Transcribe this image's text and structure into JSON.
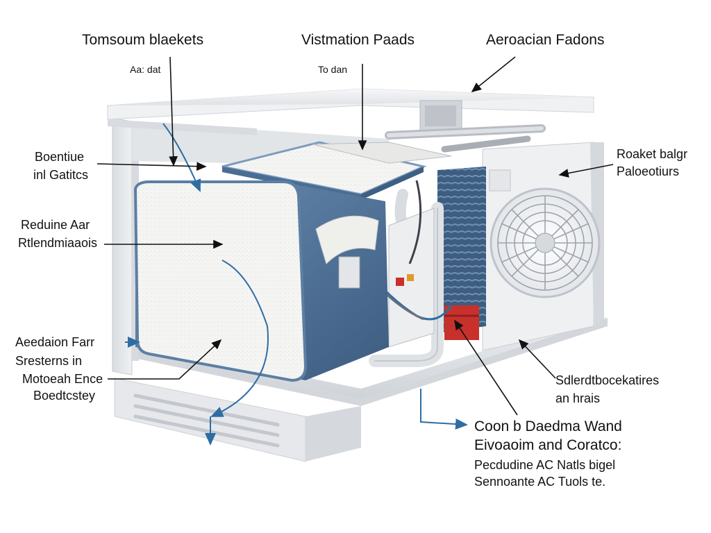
{
  "labels": {
    "top_left_title": "Tomsoum blaekets",
    "top_left_sub": "Aa: dat",
    "top_center_title": "Vistmation Paads",
    "top_center_sub": "To dan",
    "top_right_title": "Aeroacian Fadons",
    "left_1_line1": "Boentiue",
    "left_1_line2": "inl Gatitcs",
    "left_2_line1": "Reduine Aar",
    "left_2_line2": "Rtlendmiaaois",
    "left_3_line1": "Aeedaion Farr",
    "left_3_line2": "Sresterns in",
    "left_3_line3": "Motoeah Ence",
    "left_3_line4": "Boedtcstey",
    "right_1_line1": "Roaket balgr",
    "right_1_line2": "Paloeotiurs",
    "right_2_line1": "Sdlerdtbocekatires",
    "right_2_line2": "an hrais",
    "bottom_line1": "Coon b Daedma Wand",
    "bottom_line2": "Eivoaoim and Coratco:",
    "bottom_line3": "Pecdudine AC Natls bigel",
    "bottom_line4": "Sennoante AC Tuols te."
  },
  "colors": {
    "housing": "#e9ebee",
    "housing_dark": "#c9ccd1",
    "insulation": "#f4f4f2",
    "blanket": "#5c7fa3",
    "blanket_dark": "#3f5f84",
    "coil": "#3e5d80",
    "accent_red": "#c8312b",
    "arrow": "#111111",
    "arrow_blue": "#2d6da3"
  }
}
